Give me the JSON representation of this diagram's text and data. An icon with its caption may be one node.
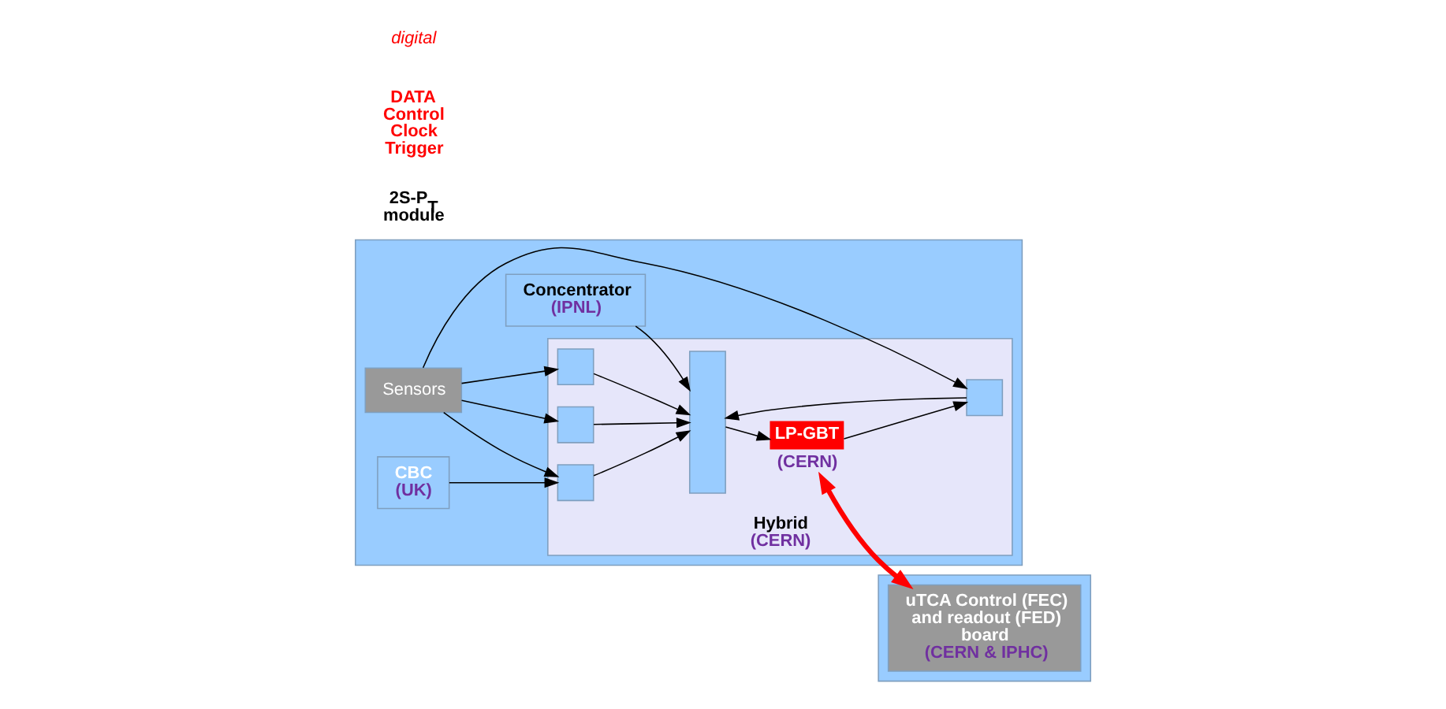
{
  "diagram": {
    "nodes": [
      {
        "text": [],
        "shape": "box"
      },
      {
        "text": [
          "CBC",
          "(UK)"
        ],
        "in": 0
      },
      {
        "text": [
          "Concentrator",
          "(IPNL)"
        ],
        "in": 0
      },
      {
        "text": [
          "Sensors"
        ],
        "in": 0
      },
      {
        "text": [
          "Hybrid",
          "(CERN)"
        ],
        "in": 0
      },
      {
        "text": [],
        "shape": "box",
        "in": 4
      },
      {
        "text": [],
        "shape": "box",
        "in": 4
      },
      {
        "text": [],
        "shape": "box",
        "in": 4
      },
      {
        "text": [],
        "shape": "box",
        "in": 4
      },
      {
        "text": [],
        "shape": "box",
        "in": 4
      },
      {
        "text": [
          "LP-GBT",
          "(CERN)"
        ],
        "in": 4
      },
      {
        "text": [],
        "shape": "box"
      },
      {
        "text": [
          "uTCA Control (FEC) and readout (FED) board",
          "(CERN & IPHC)"
        ],
        "in": 11
      }
    ],
    "edges": [
      {
        "from": 1,
        "to": 5,
        "arrow": "to"
      },
      {
        "from": 2,
        "to": 9,
        "arrow": "to"
      },
      {
        "from": 3,
        "to": 5,
        "arrow": "to"
      },
      {
        "from": 3,
        "to": 6,
        "arrow": "to"
      },
      {
        "from": 3,
        "to": 7,
        "arrow": "to"
      },
      {
        "from": 3,
        "to": 8,
        "arrow": "to"
      },
      {
        "from": 5,
        "to": 9,
        "arrow": "to"
      },
      {
        "from": 6,
        "to": 9,
        "arrow": "to"
      },
      {
        "from": 7,
        "to": 9,
        "arrow": "to"
      },
      {
        "from": 8,
        "to": 9,
        "arrow": "to"
      },
      {
        "from": 9,
        "to": 10,
        "arrow": "to"
      },
      {
        "from": 10,
        "to": 8,
        "arrow": "to"
      },
      {
        "from": 10,
        "to": 12,
        "arrow": "both",
        "style": "thick",
        "color": "#ff0000"
      }
    ],
    "labels": [
      "2S-P$_{T}$ module",
      "DATA Control Clock Trigger",
      "digital"
    ]
  }
}
